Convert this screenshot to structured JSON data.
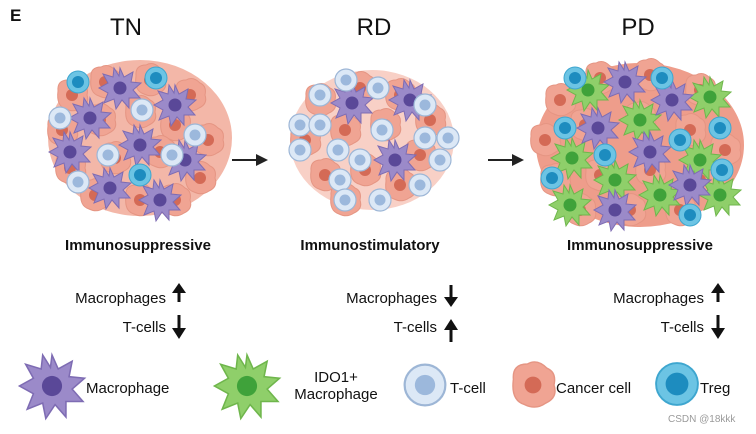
{
  "panel_letter": "E",
  "stages": [
    {
      "title": "TN",
      "status": "Immunosuppressive",
      "macrophages": "Macrophages",
      "macrophages_trend": "up",
      "tcells": "T-cells",
      "tcells_trend": "down"
    },
    {
      "title": "RD",
      "status": "Immunostimulatory",
      "macrophages": "Macrophages",
      "macrophages_trend": "down",
      "tcells": "T-cells",
      "tcells_trend": "up"
    },
    {
      "title": "PD",
      "status": "Immunosuppressive",
      "macrophages": "Macrophages",
      "macrophages_trend": "up",
      "tcells": "T-cells",
      "tcells_trend": "down"
    }
  ],
  "legend": {
    "macrophage": "Macrophage",
    "ido1_line1": "IDO1+",
    "ido1_line2": "Macrophage",
    "tcell": "T-cell",
    "cancer": "Cancer cell",
    "treg": "Treg"
  },
  "watermark": "CSDN @18kkk",
  "colors": {
    "macrophage_body": "#9b8ac9",
    "macrophage_nucleus": "#5a4898",
    "ido1_body": "#8fcf6a",
    "ido1_nucleus": "#3fa23a",
    "tcell_outer": "#dce8f6",
    "tcell_inner": "#9cb8dc",
    "cancer_body": "#f0a493",
    "cancer_nucleus": "#d46a56",
    "treg_outer": "#6cc4e4",
    "treg_inner": "#1d8cbf"
  }
}
